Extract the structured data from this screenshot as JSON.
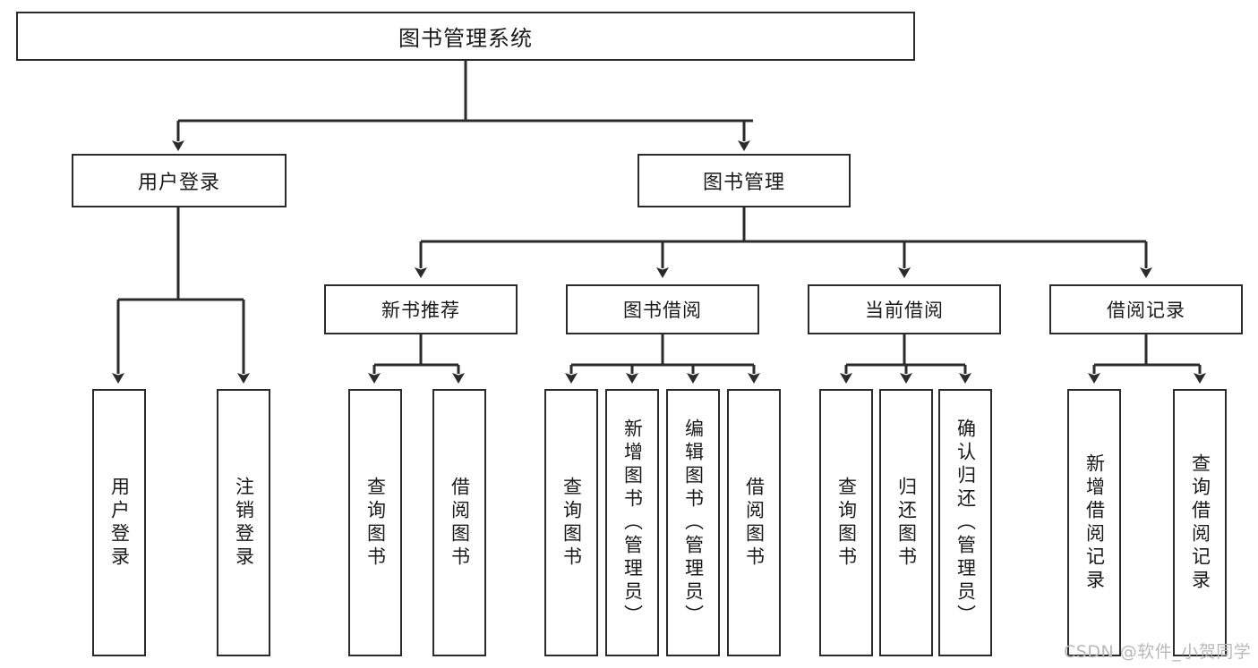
{
  "diagram": {
    "type": "tree-hierarchy",
    "title": "图书管理系统",
    "root": {
      "label": "图书管理系统"
    },
    "level2": [
      {
        "id": "user-login",
        "label": "用户登录"
      },
      {
        "id": "book-manage",
        "label": "图书管理"
      }
    ],
    "level3": [
      {
        "id": "new-book-recommend",
        "label": "新书推荐",
        "parent": "book-manage"
      },
      {
        "id": "book-borrow",
        "label": "图书借阅",
        "parent": "book-manage"
      },
      {
        "id": "current-borrow",
        "label": "当前借阅",
        "parent": "book-manage"
      },
      {
        "id": "borrow-record",
        "label": "借阅记录",
        "parent": "book-manage"
      }
    ],
    "leaves": [
      {
        "id": "leaf-user-login",
        "label": "用户登录",
        "parent": "user-login"
      },
      {
        "id": "leaf-user-logout",
        "label": "注销登录",
        "parent": "user-login"
      },
      {
        "id": "leaf-query-book-1",
        "label": "查询图书",
        "parent": "new-book-recommend"
      },
      {
        "id": "leaf-borrow-book-1",
        "label": "借阅图书",
        "parent": "new-book-recommend"
      },
      {
        "id": "leaf-query-book-2",
        "label": "查询图书",
        "parent": "book-borrow"
      },
      {
        "id": "leaf-add-book",
        "label": "新增图书（管理员）",
        "parent": "book-borrow"
      },
      {
        "id": "leaf-edit-book",
        "label": "编辑图书（管理员）",
        "parent": "book-borrow"
      },
      {
        "id": "leaf-borrow-book-2",
        "label": "借阅图书",
        "parent": "book-borrow"
      },
      {
        "id": "leaf-query-book-3",
        "label": "查询图书",
        "parent": "current-borrow"
      },
      {
        "id": "leaf-return-book",
        "label": "归还图书",
        "parent": "current-borrow"
      },
      {
        "id": "leaf-confirm-return",
        "label": "确认归还（管理员）",
        "parent": "current-borrow"
      },
      {
        "id": "leaf-add-record",
        "label": "新增借阅记录",
        "parent": "borrow-record"
      },
      {
        "id": "leaf-query-record",
        "label": "查询借阅记录",
        "parent": "borrow-record"
      }
    ],
    "watermark": "CSDN @软件_小贺同学",
    "colors": {
      "stroke": "#2b2b2b",
      "fill": "#ffffff",
      "text": "#1a1a1a",
      "watermark": "#b9b9b9"
    }
  }
}
